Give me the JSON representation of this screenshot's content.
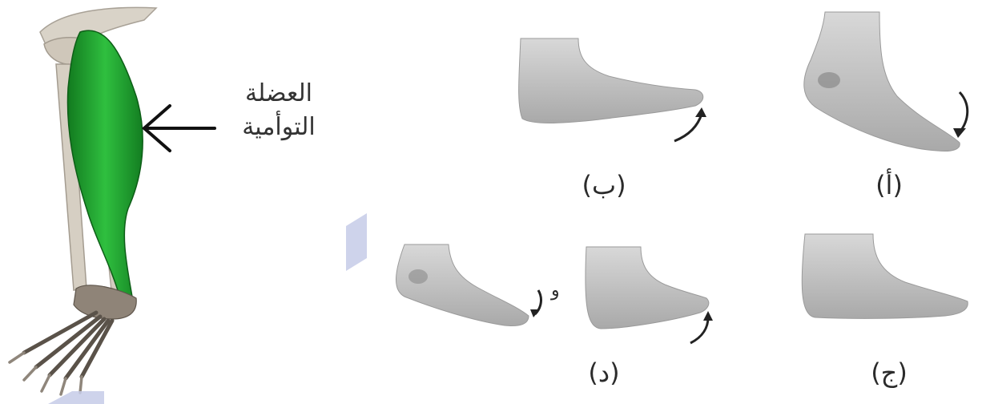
{
  "muscle": {
    "label_line1": "العضلة",
    "label_line2": "التوأمية",
    "color": "#1e9e2e"
  },
  "panels": {
    "a": "(أ)",
    "b": "(ب)",
    "c": "(ج)",
    "d": "(د)",
    "and": "و"
  },
  "icons": {
    "pointer": "arrow-left-icon",
    "motion": "curved-arrow-icon"
  },
  "colors": {
    "skin": "#b9b9b9",
    "bone": "#dcd6cc",
    "accent_square": "#c5cbe8"
  }
}
